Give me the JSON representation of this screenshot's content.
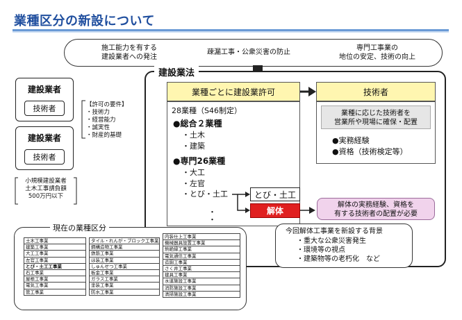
{
  "title": "業種区分の新設について",
  "top_goals": [
    {
      "line1": "施工能力を有する",
      "line2": "建設業者への発注"
    },
    {
      "line1": "疎漏工事・公衆災害の防止",
      "line2": ""
    },
    {
      "line1": "専門工事業の",
      "line2": "地位の安定、技術の向上"
    }
  ],
  "law_label": "建設業法",
  "left_cards": [
    {
      "title": "建設業者",
      "button": "技術者"
    },
    {
      "title": "建設業者",
      "button": "技術者"
    }
  ],
  "requirements": {
    "header": "【許可の要件】",
    "items": [
      "・技術力",
      "・経営能力",
      "・誠実性",
      "・財産的基礎"
    ]
  },
  "small_builder": {
    "line1": "小規模建設業者",
    "line2": "土木工事請負額",
    "line3": "500万円以下"
  },
  "license_header": "業種ごとに建設業許可",
  "engineer_header": "技術者",
  "engineer_desc": {
    "line1": "業種に応じた技術者を",
    "line2": "営業所や現場に確保・配置"
  },
  "engineer_items": [
    "●実務経験",
    "●資格（技術検定等）"
  ],
  "industries": {
    "count": "28業種（S46制定）",
    "general_header": "●総合２業種",
    "general_items": [
      "・土木",
      "・建築"
    ],
    "special_header": "●専門26業種",
    "special_items": [
      "・大工",
      "・左官",
      "・とび・土工"
    ],
    "dots": "・\n・"
  },
  "tobi_box": "とび・土工",
  "kaitai_box": "解体",
  "kaitai_note": {
    "line1": "解体の実務経験、資格を",
    "line2": "有する技術者の配置が必要"
  },
  "background": {
    "title": "今回解体工事業を新設する背景",
    "items": [
      "・重大な公衆災害発生",
      "・環境等の視点",
      "・建築物等の老朽化　など"
    ]
  },
  "current_list": {
    "header": "現在の業種区分",
    "col1": [
      "土木工事業",
      "建築工事業",
      "大工工事業",
      "左官工事業",
      "とび・土工工事業",
      "石工事業",
      "屋根工事業",
      "電気工事業",
      "管工事業"
    ],
    "col2": [
      "タイル・れんが・ブロック工事業",
      "鋼構造物工事業",
      "鉄筋工事業",
      "ほ装工事業",
      "しゅんせつ工事業",
      "板金工事業",
      "ガラス工事業",
      "塗装工事業",
      "防水工事業"
    ],
    "col3": [
      "内装仕上工事業",
      "機械器具設置工事業",
      "熱絶縁工事業",
      "電気通信工事業",
      "造園工事業",
      "さく井工事業",
      "建具工事業",
      "水道施設工事業",
      "消防施設工事業",
      "清掃施設工事業"
    ]
  },
  "colors": {
    "title": "#1f4e9e",
    "yellow": "#fff6b0",
    "red": "#e02020",
    "pink": "#f1d3ec",
    "grey": "#e6e6e6"
  }
}
